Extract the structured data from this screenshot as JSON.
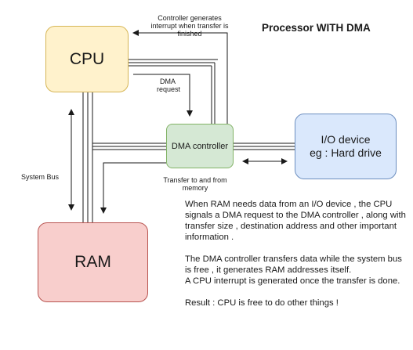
{
  "title": "Processor WITH DMA",
  "boxes": {
    "cpu": "CPU",
    "ram": "RAM",
    "dma": "DMA controller",
    "io": "I/O device\neg : Hard drive"
  },
  "labels": {
    "interrupt": "Controller generates\ninterrupt when transfer is\nfinished",
    "dma_request": "DMA\nrequest",
    "system_bus": "System Bus",
    "transfer": "Transfer to and from\nmemory"
  },
  "description": {
    "p1": "When RAM needs data from an I/O device , the CPU signals a DMA request to the DMA controller , along with transfer size , destination address and other important information .",
    "p2": "The DMA controller transfers data while the system bus is free , it generates RAM addresses itself.\nA CPU interrupt is generated once the transfer is done.",
    "p3": "Result : CPU is free to do other things !"
  },
  "colors": {
    "cpu_fill": "#fff2cc",
    "cpu_border": "#d6b656",
    "ram_fill": "#f8cecc",
    "ram_border": "#b85450",
    "dma_fill": "#d5e8d4",
    "dma_border": "#82b366",
    "io_fill": "#dae8fc",
    "io_border": "#6c8ebf",
    "line": "#1a1a1a"
  }
}
